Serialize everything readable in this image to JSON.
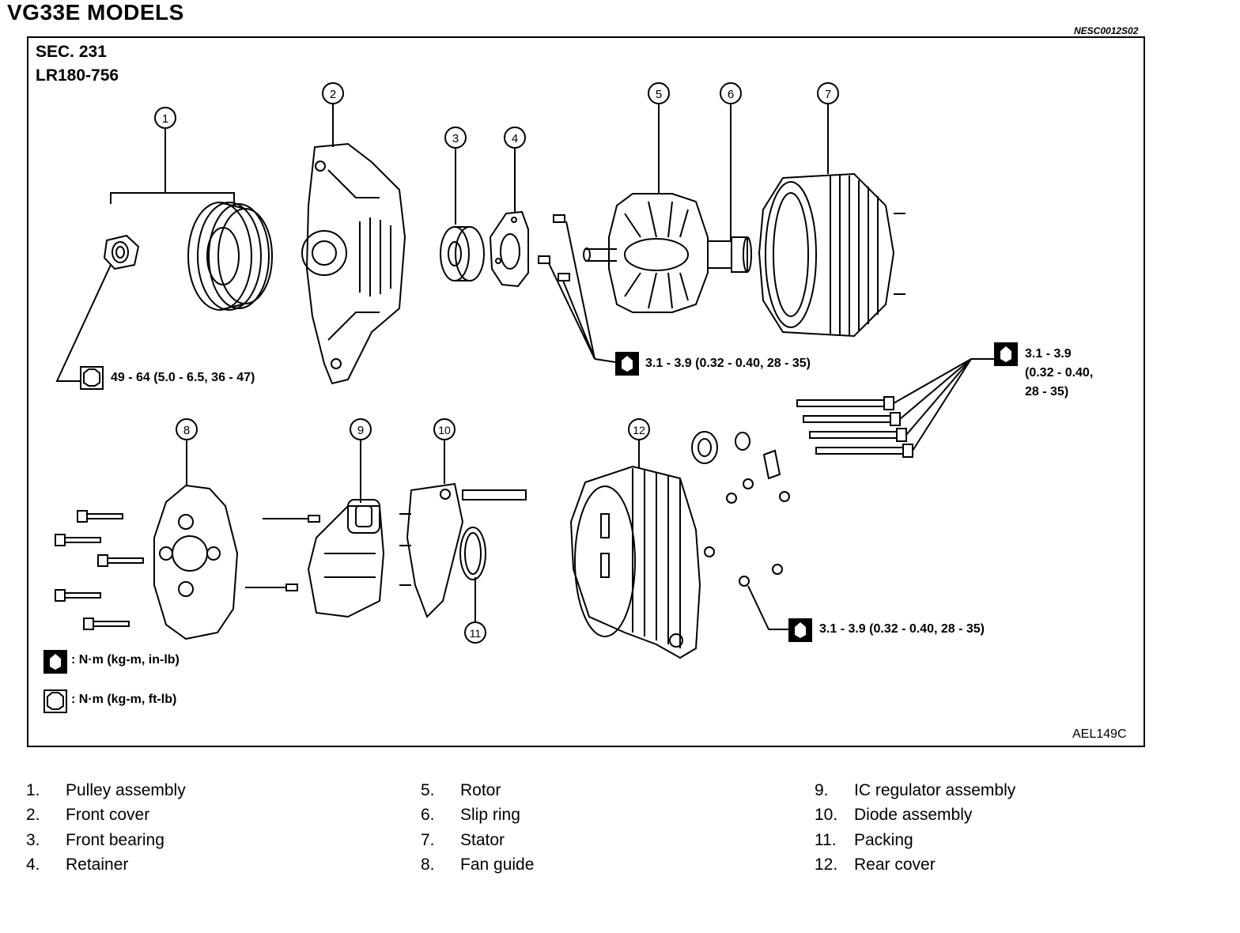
{
  "title": "VG33E MODELS",
  "doc_id": "NESC0012S02",
  "section": "SEC. 231",
  "model": "LR180-756",
  "figure_id": "AEL149C",
  "torque_specs": {
    "pulley_nut": "49 - 64 (5.0 - 6.5, 36 - 47)",
    "front_screws": "3.1 - 3.9 (0.32 - 0.40, 28 - 35)",
    "through_bolts_line1": "3.1 - 3.9",
    "through_bolts_line2": "(0.32 - 0.40,",
    "through_bolts_line3": "28 - 35)",
    "rear_nuts": "3.1 - 3.9 (0.32 - 0.40, 28 - 35)"
  },
  "legend": {
    "in_lb": ": N·m (kg-m, in-lb)",
    "ft_lb": ": N·m (kg-m, ft-lb)"
  },
  "callouts": [
    "1",
    "2",
    "3",
    "4",
    "5",
    "6",
    "7",
    "8",
    "9",
    "10",
    "11",
    "12"
  ],
  "parts": [
    {
      "num": "1.",
      "name": "Pulley assembly"
    },
    {
      "num": "2.",
      "name": "Front cover"
    },
    {
      "num": "3.",
      "name": "Front bearing"
    },
    {
      "num": "4.",
      "name": "Retainer"
    },
    {
      "num": "5.",
      "name": "Rotor"
    },
    {
      "num": "6.",
      "name": "Slip ring"
    },
    {
      "num": "7.",
      "name": "Stator"
    },
    {
      "num": "8.",
      "name": "Fan guide"
    },
    {
      "num": "9.",
      "name": "IC regulator assembly"
    },
    {
      "num": "10.",
      "name": "Diode assembly"
    },
    {
      "num": "11.",
      "name": "Packing"
    },
    {
      "num": "12.",
      "name": "Rear cover"
    }
  ]
}
